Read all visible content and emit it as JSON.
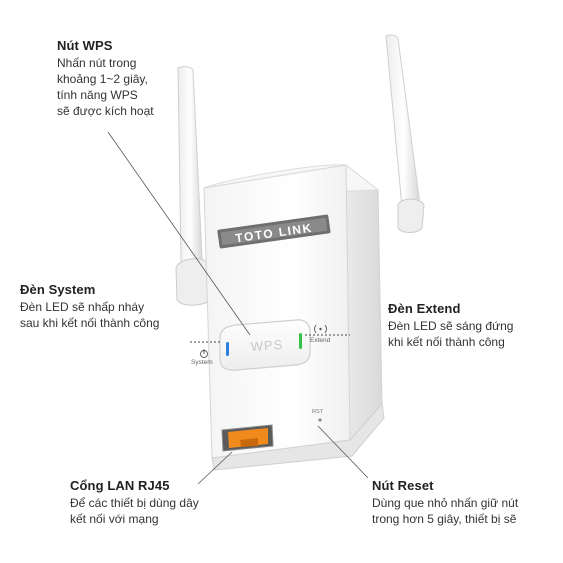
{
  "callouts": {
    "wps": {
      "title": "Nút WPS",
      "lines": [
        "Nhấn nút trong",
        "khoảng 1~2 giây,",
        "tính năng WPS",
        "sẽ được kích hoạt"
      ]
    },
    "system_led": {
      "title": "Đèn System",
      "lines": [
        "Đèn LED sẽ nhấp nháy",
        "sau khi kết nối thành công"
      ]
    },
    "extend_led": {
      "title": "Đèn Extend",
      "lines": [
        "Đèn LED sẽ sáng đứng",
        "khi kết nối thành công"
      ]
    },
    "lan_port": {
      "title": "Cổng LAN RJ45",
      "lines": [
        "Để các thiết bị dùng dây",
        "kết nối với mạng"
      ]
    },
    "reset": {
      "title": "Nút Reset",
      "lines": [
        "Dùng que nhỏ nhấn giữ nút",
        "trong hơn 5 giây, thiết bị sẽ"
      ]
    }
  },
  "device": {
    "brand": "TOTO LINK",
    "wps_label": "WPS",
    "system_label": "System",
    "extend_label": "Extend",
    "reset_label": "RST",
    "system_led_color": "#2f7fe0",
    "extend_led_color": "#36c24a",
    "lan_port_color": "#f08a1c"
  }
}
